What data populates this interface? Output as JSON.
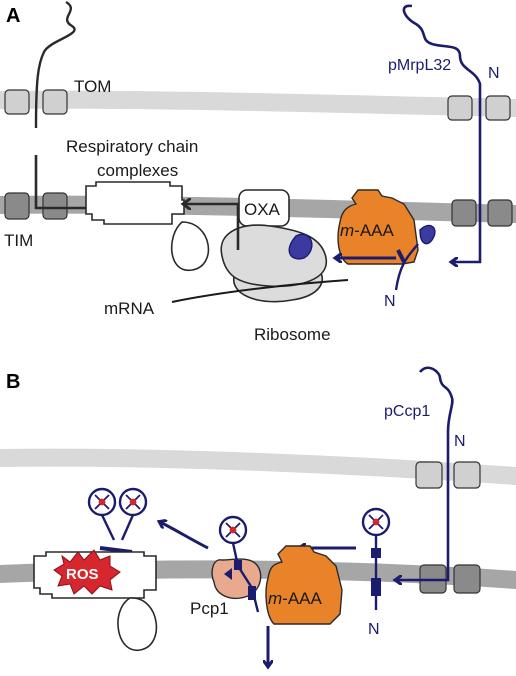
{
  "colors": {
    "outer_membrane": "#d9d9d9",
    "inner_membrane": "#a6a6a6",
    "pore_light": "#d0d0d0",
    "pore_dark": "#8a8a8a",
    "navy": "#1c1c6e",
    "maaa_orange": "#e8832a",
    "pcp1_pink": "#e8a98e",
    "ros_red": "#d6262e",
    "ribosome_gray": "#dcdcdc",
    "dark_line": "#2a2a2a"
  },
  "panel_a": {
    "label": "A",
    "tom": "TOM",
    "tim": "TIM",
    "respiratory_line1": "Respiratory chain",
    "respiratory_line2": "complexes",
    "oxa": "OXA",
    "maaa_italic": "m",
    "maaa_rest": "-AAA",
    "precursor": "pMrpL32",
    "n_top": "N",
    "n_bottom": "N",
    "mrna": "mRNA",
    "ribosome": "Ribosome"
  },
  "panel_b": {
    "label": "B",
    "precursor": "pCcp1",
    "n_top": "N",
    "n_bottom": "N",
    "ros": "ROS",
    "pcp1": "Pcp1",
    "maaa_italic": "m",
    "maaa_rest": "-AAA"
  }
}
